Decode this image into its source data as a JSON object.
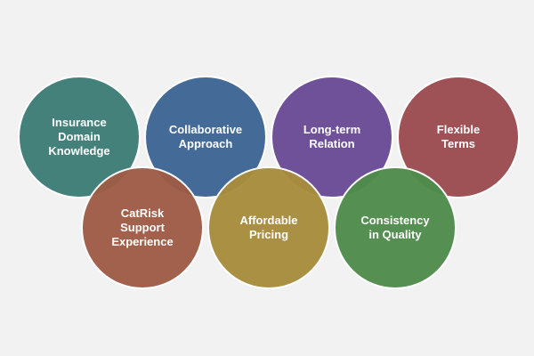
{
  "diagram": {
    "items": [
      {
        "label": "Insurance\nDomain\nKnowledge",
        "color": "#3f7d77"
      },
      {
        "label": "Collaborative\nApproach",
        "color": "#3d6594"
      },
      {
        "label": "Long-term\nRelation",
        "color": "#6a4b96"
      },
      {
        "label": "Flexible\nTerms",
        "color": "#9b4c50"
      },
      {
        "label": "CatRisk\nSupport\nExperience",
        "color": "#9e5c46"
      },
      {
        "label": "Affordable\nPricing",
        "color": "#a88d3c"
      },
      {
        "label": "Consistency\nin Quality",
        "color": "#4f8d4c"
      }
    ]
  }
}
